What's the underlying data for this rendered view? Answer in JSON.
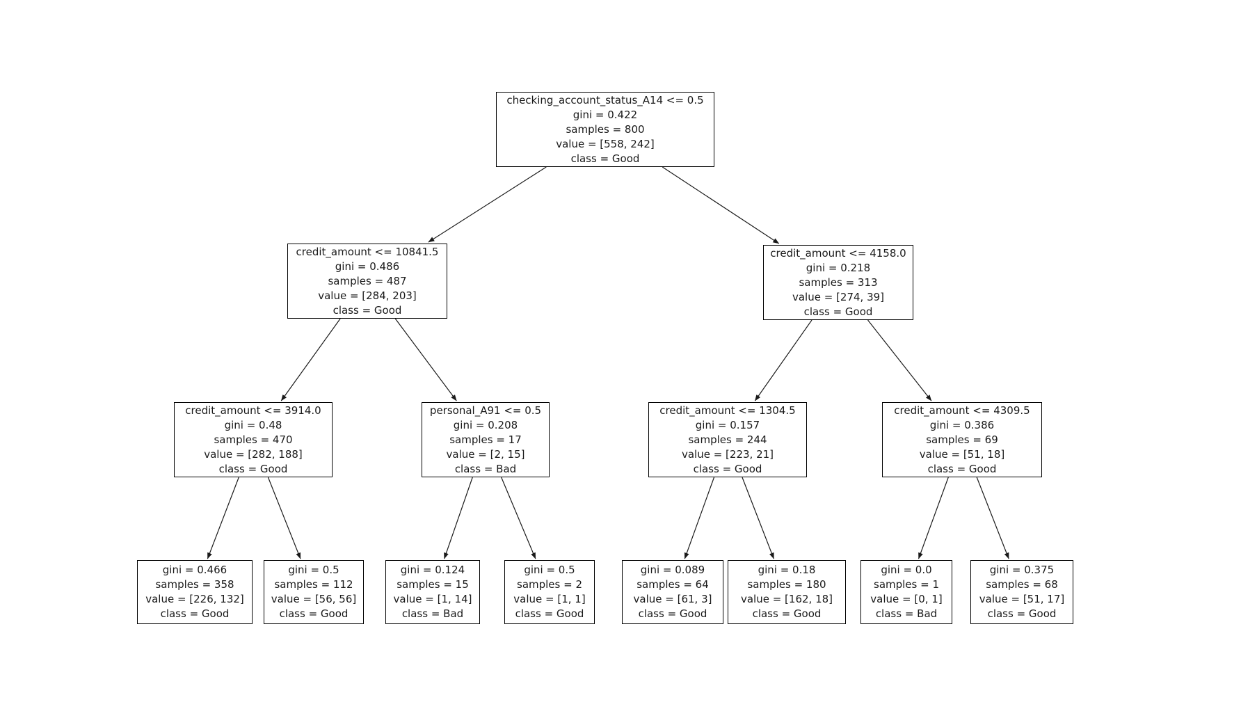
{
  "figure": {
    "type": "decision-tree",
    "background_color": "#ffffff",
    "node_fill_color": "#ffffff",
    "node_border_color": "#000000",
    "text_color": "#1a1a1a",
    "edge_color": "#1a1a1a"
  },
  "tree": {
    "nodes": [
      {
        "id": "n0",
        "parent": null,
        "lines": [
          "checking_account_status_A14 <= 0.5",
          "gini = 0.422",
          "samples = 800",
          "value = [558, 242]",
          "class = Good"
        ]
      },
      {
        "id": "n1",
        "parent": "n0",
        "lines": [
          "credit_amount <= 10841.5",
          "gini = 0.486",
          "samples = 487",
          "value = [284, 203]",
          "class = Good"
        ]
      },
      {
        "id": "n2",
        "parent": "n0",
        "lines": [
          "credit_amount <= 4158.0",
          "gini = 0.218",
          "samples = 313",
          "value = [274, 39]",
          "class = Good"
        ]
      },
      {
        "id": "n3",
        "parent": "n1",
        "lines": [
          "credit_amount <= 3914.0",
          "gini = 0.48",
          "samples = 470",
          "value = [282, 188]",
          "class = Good"
        ]
      },
      {
        "id": "n4",
        "parent": "n1",
        "lines": [
          "personal_A91 <= 0.5",
          "gini = 0.208",
          "samples = 17",
          "value = [2, 15]",
          "class = Bad"
        ]
      },
      {
        "id": "n5",
        "parent": "n2",
        "lines": [
          "credit_amount <= 1304.5",
          "gini = 0.157",
          "samples = 244",
          "value = [223, 21]",
          "class = Good"
        ]
      },
      {
        "id": "n6",
        "parent": "n2",
        "lines": [
          "credit_amount <= 4309.5",
          "gini = 0.386",
          "samples = 69",
          "value = [51, 18]",
          "class = Good"
        ]
      },
      {
        "id": "n7",
        "parent": "n3",
        "lines": [
          "gini = 0.466",
          "samples = 358",
          "value = [226, 132]",
          "class = Good"
        ]
      },
      {
        "id": "n8",
        "parent": "n3",
        "lines": [
          "gini = 0.5",
          "samples = 112",
          "value = [56, 56]",
          "class = Good"
        ]
      },
      {
        "id": "n9",
        "parent": "n4",
        "lines": [
          "gini = 0.124",
          "samples = 15",
          "value = [1, 14]",
          "class = Bad"
        ]
      },
      {
        "id": "n10",
        "parent": "n4",
        "lines": [
          "gini = 0.5",
          "samples = 2",
          "value = [1, 1]",
          "class = Good"
        ]
      },
      {
        "id": "n11",
        "parent": "n5",
        "lines": [
          "gini = 0.089",
          "samples = 64",
          "value = [61, 3]",
          "class = Good"
        ]
      },
      {
        "id": "n12",
        "parent": "n5",
        "lines": [
          "gini = 0.18",
          "samples = 180",
          "value = [162, 18]",
          "class = Good"
        ]
      },
      {
        "id": "n13",
        "parent": "n6",
        "lines": [
          "gini = 0.0",
          "samples = 1",
          "value = [0, 1]",
          "class = Bad"
        ]
      },
      {
        "id": "n14",
        "parent": "n6",
        "lines": [
          "gini = 0.375",
          "samples = 68",
          "value = [51, 17]",
          "class = Good"
        ]
      }
    ]
  }
}
